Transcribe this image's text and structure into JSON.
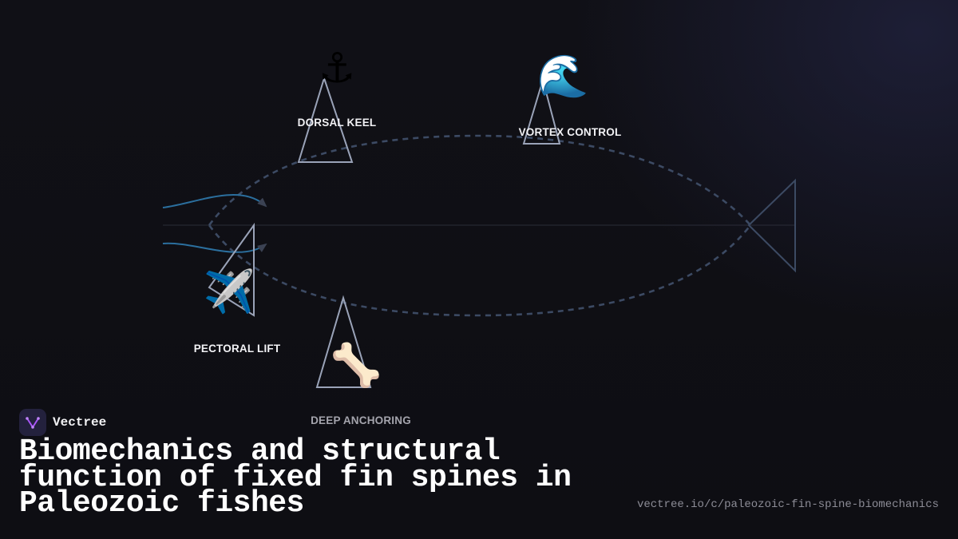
{
  "fins": [
    {
      "label": "DORSAL KEEL",
      "icon": "anchor-icon",
      "glyph": "⚓"
    },
    {
      "label": "VORTEX CONTROL",
      "icon": "wave-icon",
      "glyph": "🌊"
    },
    {
      "label": "PECTORAL LIFT",
      "icon": "airplane-icon",
      "glyph": "✈️"
    },
    {
      "label": "DEEP ANCHORING",
      "icon": "bone-icon",
      "glyph": "🦴"
    }
  ],
  "brand": {
    "name": "Vectree"
  },
  "title": "Biomechanics and structural function of fixed fin spines in Paleozoic fishes",
  "url": "vectree.io/c/paleozoic-fin-spine-biomechanics",
  "colors": {
    "background": "#0e0e13",
    "body_outline": "#3c4a63",
    "fin_outline": "#9aa3b8",
    "flow_line": "#2b6f9e",
    "brand_accent": "#a855f7"
  }
}
